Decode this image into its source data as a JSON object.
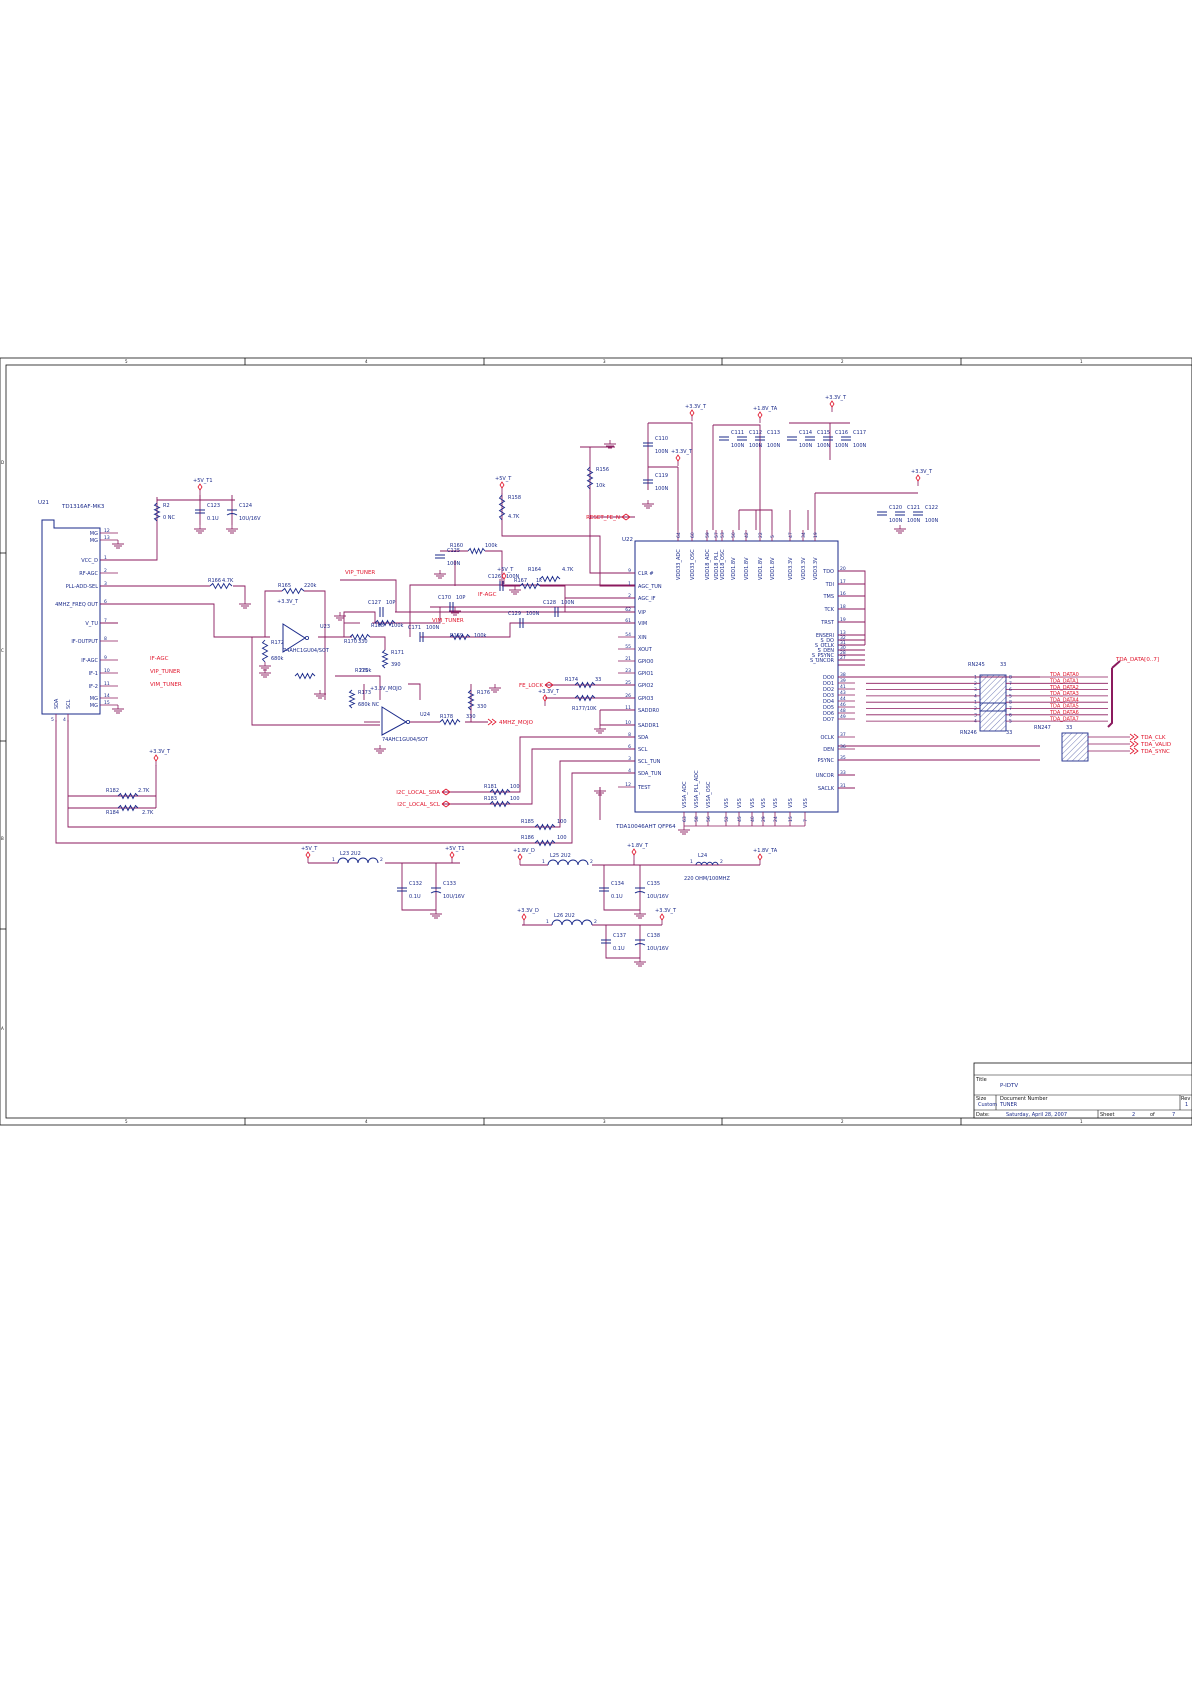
{
  "colors": {
    "wire": "#8b1a5e",
    "ink": "#1a2a8a",
    "net": "#e0142b",
    "power": "#e0142b",
    "frame": "#111111"
  },
  "zones": {
    "columns": [
      "5",
      "4",
      "3",
      "2",
      "1"
    ],
    "rows": [
      "D",
      "C",
      "B",
      "A"
    ]
  },
  "labels": {
    "U21": "U21",
    "U21_part": "TD1316AF-MK3",
    "U22": "U22",
    "U22_part": "TDA10046AHT  QFP64",
    "U23": "U23",
    "U23_part": "74AHC1GU04/SOT",
    "U24": "U24",
    "U24_part": "74AHC1GU04/SOT",
    "RN245": "RN245",
    "RN246": "RN246",
    "RN247": "RN247",
    "R2": "R2",
    "R2_val": "0  NC",
    "pwr_5V_T1a": "+5V_T1",
    "pwr_5V_T1b": "+5V_T1",
    "pwr_5V_Ta": "+5V_T",
    "pwr_5V_Tb": "+5V_T",
    "pwr_5V_Tc": "+5V_T",
    "pwr_33V_Ta": "+3.3V_T",
    "pwr_33V_Tb": "+3.3V_T",
    "pwr_33V_Tc": "+3.3V_T",
    "pwr_33V_Td": "+3.3V_T",
    "pwr_33V_Te": "+3.3V_T",
    "pwr_33V_Tf": "+3.3V_T",
    "pwr_18V_TA": "+1.8V_TA",
    "pwr_18V_TAb": "+1.8V_TA",
    "pwr_18V_T": "+1.8V_T",
    "pwr_18V_D": "+1.8V_D",
    "pwr_33V_D": "+3.3V_D",
    "pwr_33V_MOJO": "+3.3V_MOJO",
    "pwr_33V_3": "+3.3V_T",
    "C110": "C110",
    "C110v": "100N",
    "C119": "C119",
    "C119v": "100N",
    "C111": "C111",
    "C112": "C112",
    "C113": "C113",
    "C114": "C114",
    "C115": "C115",
    "C116": "C116",
    "C117": "C117",
    "C120": "C120",
    "C121": "C121",
    "C122": "C122",
    "C123": "C123",
    "C123v": "0.1U",
    "C124": "C124",
    "C124v": "10U/16V",
    "C125": "C125",
    "C125v": "100N",
    "C126": "C126",
    "C126v": "100N",
    "C127": "C127",
    "C127v": "10P",
    "C170": "C170",
    "C170v": "10P",
    "C128": "C128",
    "C128v": "100N",
    "C129": "C129",
    "C129v": "100N",
    "C171": "C171",
    "C171v": "100N",
    "C132": "C132",
    "C132v": "0.1U",
    "C133": "C133",
    "C133v": "10U/16V",
    "C134": "C134",
    "C134v": "0.1U",
    "C135": "C135",
    "C135v": "10U/16V",
    "C137": "C137",
    "C137v": "0.1U",
    "C138": "C138",
    "C138v": "10U/16V",
    "v100N": "100N",
    "R156": "R156",
    "R156v": "10k",
    "R158": "R158",
    "R158v": "4.7K",
    "R160": "R160",
    "R160v": "100k",
    "R164": "R164",
    "R164v": "4.7K",
    "R167": "R167",
    "R167v": "1k",
    "R166": "R166",
    "R166v": "4.7K",
    "R165": "R165",
    "R165v": "220k",
    "R168": "R168",
    "R168v": "100k",
    "R169": "R169",
    "R169v": "100k",
    "R170": "R170",
    "R170v": "330",
    "R171": "R171",
    "R171v": "390",
    "R172": "R172",
    "R172v": "680k",
    "R173": "R173",
    "R173v": "680k  NC",
    "R175": "R175",
    "R175v": "220k",
    "R176": "R176",
    "R176v": "330",
    "R177": "R177/10K",
    "R178": "R178",
    "R178v": "330",
    "R174": "R174",
    "R174v": "33",
    "R181": "R181",
    "R181v": "100",
    "R183": "R183",
    "R183v": "100",
    "R185": "R185",
    "R185v": "100",
    "R186": "R186",
    "R186v": "100",
    "R182": "R182",
    "R182v": "2.7K",
    "R184": "R184",
    "R184v": "2.7K",
    "L23": "L23  2U2",
    "L25": "L25  2U2",
    "L26": "L26  2U2",
    "L24": "L24",
    "L24v": "220 OHM/100MHZ",
    "v33": "33",
    "RN245v": "33",
    "RN246v": "33",
    "net_RESET": "RESET_FE_N",
    "net_VIP_TUNER": "VIP_TUNER",
    "net_VIM_TUNER": "VIM_TUNER",
    "net_IF_AGC": "IF-AGC",
    "net_IF_AGC2": "IF-AGC",
    "net_VIP_TUNER2": "VIP_TUNER",
    "net_VIM_TUNER2": "VIM_TUNER",
    "net_FE_LOCK": "FE_LOCK",
    "net_4MHZ": "4MHZ_MOJO",
    "net_I2C_SDA": "I2C_LOCAL_SDA",
    "net_I2C_SCL": "I2C_LOCAL_SCL",
    "net_TDA_DATA": "TDA_DATA[0..7]",
    "net_TDA_CLK": "TDA_CLK",
    "net_TDA_VALID": "TDA_VALID",
    "net_TDA_SYNC": "TDA_SYNC",
    "tb_title_lbl": "Title",
    "tb_title": "P-IDTV",
    "tb_size_lbl": "Size",
    "tb_size": "Custom",
    "tb_docnum_lbl": "Document Number",
    "tb_docnum": "TUNER",
    "tb_rev_lbl": "Rev",
    "tb_rev": "1",
    "tb_date_lbl": "Date:",
    "tb_date": "Saturday, April 28, 2007",
    "tb_sheet_lbl": "Sheet",
    "tb_sheet": "2",
    "tb_of_lbl": "of",
    "tb_of": "7"
  },
  "u21_pins": [
    {
      "n": "12",
      "name": "MG"
    },
    {
      "n": "13",
      "name": "MG"
    },
    {
      "n": "1",
      "name": "VCC_D"
    },
    {
      "n": "2",
      "name": "RF-AGC"
    },
    {
      "n": "3",
      "name": "PLL-ADD-SEL"
    },
    {
      "n": "6",
      "name": "4MHZ_FREQ OUT"
    },
    {
      "n": "7",
      "name": "V_TU"
    },
    {
      "n": "8",
      "name": "IF-OUTPUT"
    },
    {
      "n": "9",
      "name": "IF-AGC"
    },
    {
      "n": "10",
      "name": "IF-1"
    },
    {
      "n": "11",
      "name": "IF-2"
    },
    {
      "n": "14",
      "name": "MG"
    },
    {
      "n": "15",
      "name": "MG"
    }
  ],
  "u21_bottom": [
    {
      "n": "5",
      "name": "SDA"
    },
    {
      "n": "4",
      "name": "SCL"
    }
  ],
  "u22_left": [
    {
      "n": "9",
      "name": "CLR #"
    },
    {
      "n": "1",
      "name": "AGC_TUN"
    },
    {
      "n": "2",
      "name": "AGC_IF"
    },
    {
      "n": "62",
      "name": "VIP"
    },
    {
      "n": "61",
      "name": "VIM"
    },
    {
      "n": "54",
      "name": "XIN"
    },
    {
      "n": "55",
      "name": "XOUT"
    },
    {
      "n": "21",
      "name": "GPIO0"
    },
    {
      "n": "23",
      "name": "GPIO1"
    },
    {
      "n": "25",
      "name": "GPIO2"
    },
    {
      "n": "26",
      "name": "GPIO3"
    },
    {
      "n": "11",
      "name": "SADDR0"
    },
    {
      "n": "10",
      "name": "SADDR1"
    },
    {
      "n": "8",
      "name": "SDA"
    },
    {
      "n": "6",
      "name": "SCL"
    },
    {
      "n": "3",
      "name": "SCL_TUN"
    },
    {
      "n": "4",
      "name": "SDA_TUN"
    },
    {
      "n": "12",
      "name": "TEST"
    }
  ],
  "u22_right": [
    {
      "n": "20",
      "name": "TDO"
    },
    {
      "n": "17",
      "name": "TDI"
    },
    {
      "n": "16",
      "name": "TMS"
    },
    {
      "n": "18",
      "name": "TCK"
    },
    {
      "n": "19",
      "name": "TRST"
    },
    {
      "n": "13",
      "name": "ENSERI"
    },
    {
      "n": "32",
      "name": "S_DO"
    },
    {
      "n": "31",
      "name": "S_OCLK"
    },
    {
      "n": "30",
      "name": "S_DEN"
    },
    {
      "n": "28",
      "name": "S_PSYNC"
    },
    {
      "n": "27",
      "name": "S_UNCOR"
    },
    {
      "n": "38",
      "name": "DO0"
    },
    {
      "n": "39",
      "name": "DO1"
    },
    {
      "n": "41",
      "name": "DO2"
    },
    {
      "n": "43",
      "name": "DO3"
    },
    {
      "n": "44",
      "name": "DO4"
    },
    {
      "n": "46",
      "name": "DO5"
    },
    {
      "n": "48",
      "name": "DO6"
    },
    {
      "n": "49",
      "name": "DO7"
    },
    {
      "n": "37",
      "name": "OCLK"
    },
    {
      "n": "36",
      "name": "DEN"
    },
    {
      "n": "35",
      "name": "PSYNC"
    },
    {
      "n": "33",
      "name": "UNCOR"
    },
    {
      "n": "31",
      "name": "SACLK"
    }
  ],
  "u22_top": [
    {
      "n": "64",
      "name": "VDD33_ADC"
    },
    {
      "n": "60",
      "name": "VDD33_OSC"
    },
    {
      "n": "59",
      "name": "VDD18_ADC"
    },
    {
      "n": "57",
      "name": "VDD18_PLL"
    },
    {
      "n": "53",
      "name": "VDD18_OSC"
    },
    {
      "n": "50",
      "name": "VDD1.8V"
    },
    {
      "n": "42",
      "name": "VDD1.8V"
    },
    {
      "n": "22",
      "name": "VDD1.8V"
    },
    {
      "n": "5",
      "name": "VDD1.8V"
    },
    {
      "n": "47",
      "name": "VDD3.3V"
    },
    {
      "n": "34",
      "name": "VDD3.3V"
    },
    {
      "n": "19",
      "name": "VDD3.3V"
    }
  ],
  "u22_bottom": [
    {
      "n": "63",
      "name": "VSSA_ADC"
    },
    {
      "n": "58",
      "name": "VSSA_PLL_ADC"
    },
    {
      "n": "56",
      "name": "VSSA_OSC"
    },
    {
      "n": "52",
      "name": "VSS"
    },
    {
      "n": "45",
      "name": "VSS"
    },
    {
      "n": "40",
      "name": "VSS"
    },
    {
      "n": "29",
      "name": "VSS"
    },
    {
      "n": "24",
      "name": "VSS"
    },
    {
      "n": "15",
      "name": "VSS"
    },
    {
      "n": "7",
      "name": "VSS"
    }
  ],
  "tda_data": [
    "TDA_DATA0",
    "TDA_DATA1",
    "TDA_DATA2",
    "TDA_DATA3",
    "TDA_DATA4",
    "TDA_DATA5",
    "TDA_DATA6",
    "TDA_DATA7"
  ],
  "rn_pins_left": [
    "1",
    "2",
    "3",
    "4",
    "1",
    "2",
    "3",
    "4"
  ],
  "rn_pins_right": [
    "8",
    "7",
    "6",
    "5",
    "8",
    "7",
    "6",
    "5"
  ]
}
